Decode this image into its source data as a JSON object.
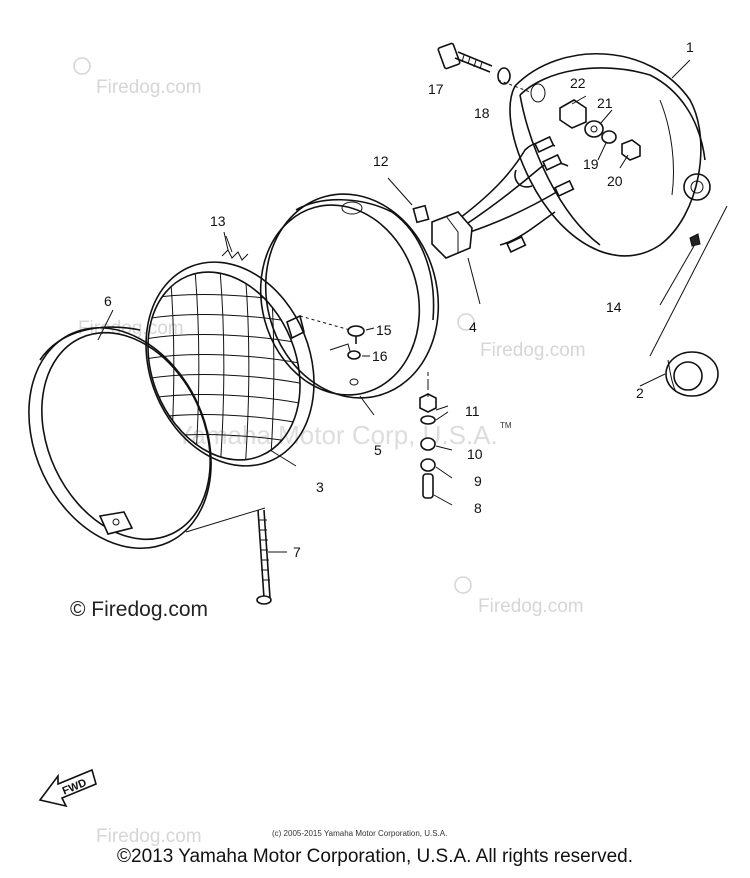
{
  "watermarks": {
    "firedog_text": "© Firedog.com",
    "firedog_light": "Firedog.com",
    "manufacturer": "Yamaha Motor Corp, U.S.A.",
    "tm_mark": "TM",
    "fine_print": "(c) 2005-2015 Yamaha Motor Corporation, U.S.A."
  },
  "direction_mark": "FWD",
  "copyright": "©2013 Yamaha Motor Corporation, U.S.A. All rights reserved.",
  "parts": [
    {
      "number": "1",
      "name": "headlight-body"
    },
    {
      "number": "2",
      "name": "grommet"
    },
    {
      "number": "3",
      "name": "lens-unit"
    },
    {
      "number": "4",
      "name": "socket"
    },
    {
      "number": "5",
      "name": "mounting-ring"
    },
    {
      "number": "6",
      "name": "rim"
    },
    {
      "number": "7",
      "name": "long-screw"
    },
    {
      "number": "8",
      "name": "collar"
    },
    {
      "number": "9",
      "name": "washer-9"
    },
    {
      "number": "10",
      "name": "spacer"
    },
    {
      "number": "11",
      "name": "nut-11"
    },
    {
      "number": "12",
      "name": "clip"
    },
    {
      "number": "13",
      "name": "spring"
    },
    {
      "number": "14",
      "name": "screw-14"
    },
    {
      "number": "15",
      "name": "screw-15"
    },
    {
      "number": "16",
      "name": "washer-16"
    },
    {
      "number": "17",
      "name": "bolt"
    },
    {
      "number": "18",
      "name": "washer-18"
    },
    {
      "number": "19",
      "name": "washer-19"
    },
    {
      "number": "20",
      "name": "nut-20"
    },
    {
      "number": "21",
      "name": "washer-21"
    },
    {
      "number": "22",
      "name": "collar-22"
    }
  ]
}
